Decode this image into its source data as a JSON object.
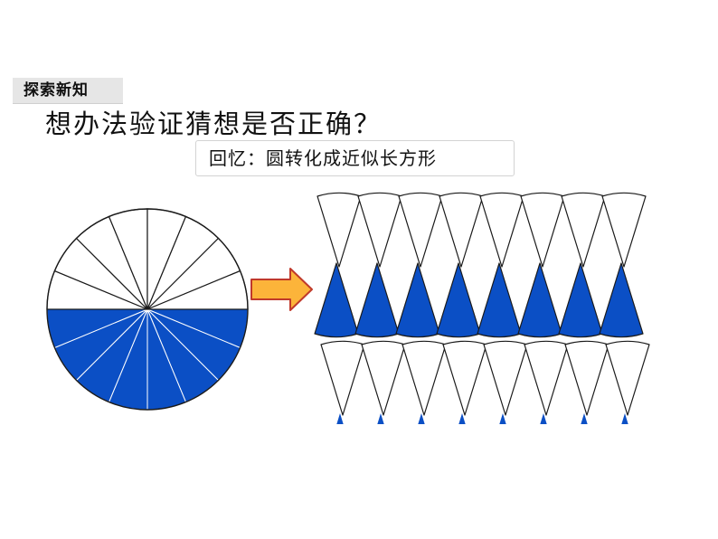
{
  "tag": {
    "label": "探索新知"
  },
  "title": "想办法验证猜想是否正确？",
  "hint": "回忆：圆转化成近似长方形",
  "colors": {
    "fill_blue": "#0b4fc5",
    "stroke": "#1a1a1a",
    "arrow_fill": "#fcb43a",
    "arrow_stroke": "#c0392b",
    "tag_bg": "#e6e6e6"
  },
  "diagram": {
    "circle": {
      "sectors": 16,
      "filled_half": "bottom"
    },
    "arrow": {
      "direction": "right"
    },
    "rearranged": {
      "rows": 2,
      "pieces_per_direction": 8
    }
  }
}
